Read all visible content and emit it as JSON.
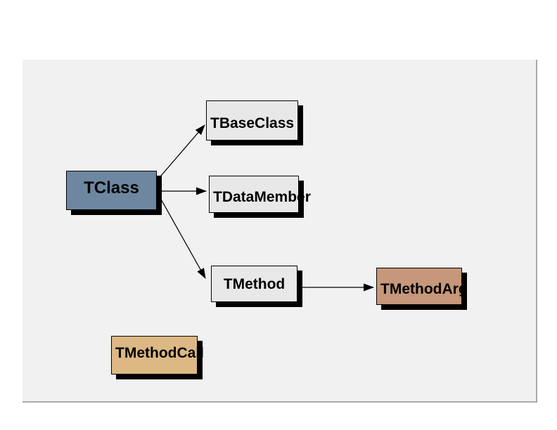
{
  "canvas": {
    "background": "#f1f1f1",
    "page_background": "#ffffff",
    "edge_border_color": "#a9a9a9"
  },
  "diagram": {
    "line_color": "#000000",
    "shadow_color": "#000000",
    "text_color": "#000000",
    "nodes": {
      "tclass": {
        "label": "TClass",
        "fill": "#6e87a0"
      },
      "tbaseclass": {
        "label": "TBaseClass",
        "fill": "#e8e8e8"
      },
      "tdatamember": {
        "label": "TDataMember",
        "fill": "#e8e8e8"
      },
      "tmethod": {
        "label": "TMethod",
        "fill": "#e8e8e8"
      },
      "tmethodarg": {
        "label": "TMethodArg",
        "fill": "#c6977a"
      },
      "tmethodcall": {
        "label": "TMethodCall",
        "fill": "#ddb884"
      }
    },
    "edges": [
      {
        "from": "TClass",
        "to": "TBaseClass",
        "arrow": "filled-triangle"
      },
      {
        "from": "TClass",
        "to": "TDataMember",
        "arrow": "filled-triangle"
      },
      {
        "from": "TClass",
        "to": "TMethod",
        "arrow": "filled-triangle"
      },
      {
        "from": "TMethod",
        "to": "TMethodArg",
        "arrow": "filled-triangle"
      }
    ]
  }
}
